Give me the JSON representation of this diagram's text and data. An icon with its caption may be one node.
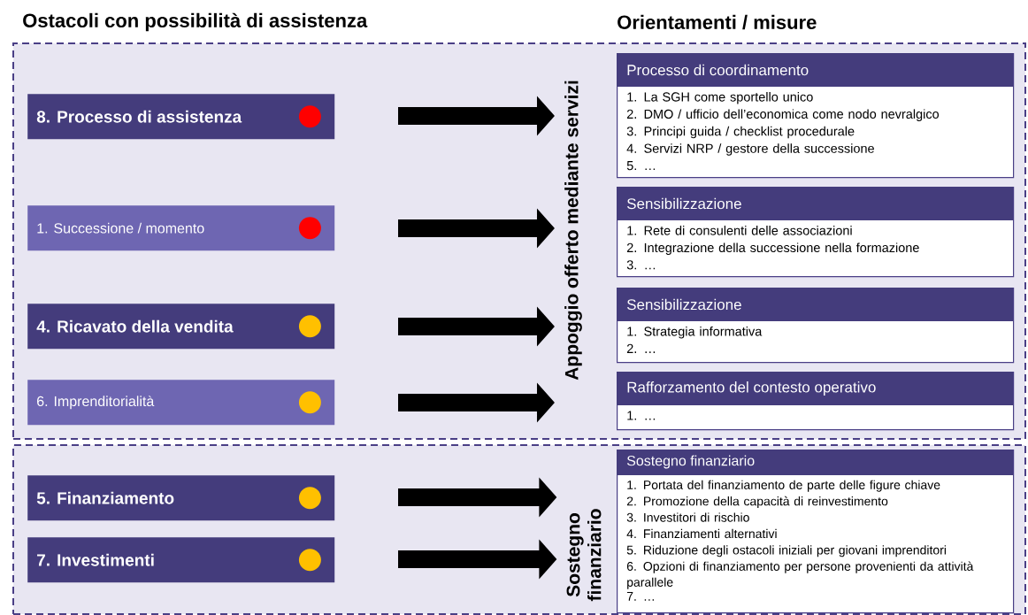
{
  "diagram": {
    "nodes": [
      {
        "text": [],
        "shape": "box"
      },
      {
        "text": [
          "8. Processo di assistenza"
        ],
        "in": 0
      },
      {
        "text": [
          "1. Successione / momento"
        ],
        "in": 0
      },
      {
        "text": [
          "4. Ricavato della vendita"
        ],
        "in": 0
      },
      {
        "text": [
          "6. Imprenditorialità"
        ],
        "in": 0
      },
      {
        "text": [
          "Appoggio offerto mediante servizi"
        ],
        "in": 0
      },
      {
        "text": [
          "Processo di coordinamento",
          "1. La SGH come sportello unico",
          "2. DMO / ufficio dell’economica come nodo nevralgico",
          "3. Principi guida / checklist procedurale",
          "4. Servizi NRP / gestore della successione",
          "5. …"
        ],
        "in": 0
      },
      {
        "text": [
          "Sensibilizzazione",
          "1. Rete di consulenti delle associazioni",
          "2. Integrazione della successione nella formazione",
          "3. …"
        ],
        "in": 0
      },
      {
        "text": [
          "Sensibilizzazione",
          "1. Strategia informativa",
          "2. …"
        ],
        "in": 0
      },
      {
        "text": [
          "Rafforzamento del contesto operativo",
          "1. …"
        ],
        "in": 0
      },
      {
        "text": [],
        "shape": "box"
      },
      {
        "text": [
          "5. Finanziamento"
        ],
        "in": 10
      },
      {
        "text": [
          "7. Investimenti"
        ],
        "in": 10
      },
      {
        "text": [
          "Sostegno finanziario"
        ],
        "in": 10
      },
      {
        "text": [
          "Sostegno finanziario",
          "1. Portata del finanziamento de parte delle figure chiave",
          "2. Promozione della capacità di reinvestimento",
          "3. Investitori di rischio",
          "4. Finanziamenti alternativi",
          "5. Riduzione degli ostacoli iniziali per giovani imprenditori",
          "6. Opzioni di finanziamento per persone provenienti da attività parallele",
          "7. …"
        ],
        "in": 10
      }
    ],
    "edges": [
      {
        "from": null,
        "to": 5,
        "arrow": "to"
      },
      {
        "from": null,
        "to": 5,
        "arrow": "to"
      },
      {
        "from": null,
        "to": 5,
        "arrow": "to"
      },
      {
        "from": null,
        "to": 5,
        "arrow": "to"
      },
      {
        "from": null,
        "to": 13,
        "arrow": "to"
      },
      {
        "from": null,
        "to": 13,
        "arrow": "to"
      }
    ],
    "labels": [
      "Ostacoli con possibilità di assistenza",
      "Orientamenti / misure"
    ]
  }
}
